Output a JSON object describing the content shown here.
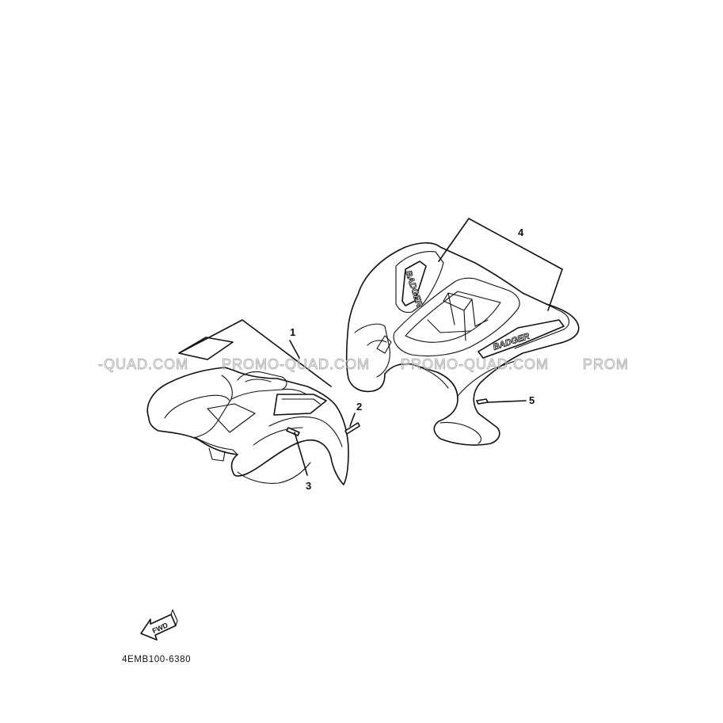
{
  "diagram": {
    "callouts": [
      {
        "id": "1",
        "label": "1"
      },
      {
        "id": "2",
        "label": "2"
      },
      {
        "id": "3",
        "label": "3"
      },
      {
        "id": "4",
        "label": "4"
      },
      {
        "id": "5",
        "label": "5"
      }
    ],
    "decal_text": "BADGER",
    "fwd_label": "FWD",
    "part_code": "4EMB100-6380",
    "watermark": {
      "segments": [
        "-QUAD.COM",
        "PROMO-QUAD.COM",
        "PROMO-QUAD.COM",
        "PROM"
      ],
      "color": "#b5b5b5"
    },
    "line_color": "#111111",
    "background": "#ffffff"
  }
}
